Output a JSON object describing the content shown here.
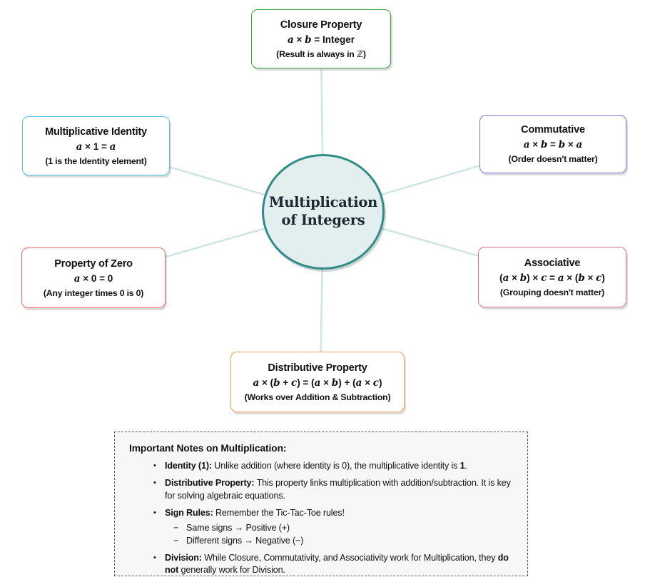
{
  "theme": {
    "background": "#ffffff",
    "line_color": "#cfe6e4",
    "center_fill": "#e3efee",
    "center_border": "#318c88"
  },
  "center": {
    "line1": "Multiplication",
    "line2": "of Integers"
  },
  "nodes": [
    {
      "id": "closure",
      "title": "Closure Property",
      "formula": "a × b = Integer",
      "note": "(Result is always in ℤ)",
      "border": "#35a53d"
    },
    {
      "id": "identity",
      "title": "Multiplicative Identity",
      "formula": "a × 1 = a",
      "note": "(1 is the Identity element)",
      "border": "#54c2e8"
    },
    {
      "id": "commutative",
      "title": "Commutative",
      "formula": "a × b = b × a",
      "note": "(Order doesn't matter)",
      "border": "#7f76e6"
    },
    {
      "id": "zero",
      "title": "Property of Zero",
      "formula": "a × 0 = 0",
      "note": "(Any integer times 0 is 0)",
      "border": "#ef6960"
    },
    {
      "id": "associative",
      "title": "Associative",
      "formula": "(a × b) × c = a × (b × c)",
      "note": "(Grouping doesn't matter)",
      "border": "#e0709a"
    },
    {
      "id": "distributive",
      "title": "Distributive Property",
      "formula": "a × (b + c) = (a × b) + (a × c)",
      "note": "(Works over Addition & Subtraction)",
      "border": "#f2a355"
    }
  ],
  "notes": {
    "title": "Important Notes on Multiplication:",
    "bullet_marker": "•",
    "dash_marker": "−",
    "items": [
      {
        "label": "Identity (1):",
        "text": " Unlike addition (where identity is 0), the multiplicative identity is ",
        "bold_tail": "1",
        "tail": "."
      },
      {
        "label": "Distributive Property:",
        "text": " This property links multiplication with addition/subtraction. It is key for solving algebraic equations.",
        "bold_tail": "",
        "tail": ""
      },
      {
        "label": "Sign Rules:",
        "text": " Remember the Tic-Tac-Toe rules!",
        "bold_tail": "",
        "tail": ""
      },
      {
        "label": "Division:",
        "text": " While Closure, Commutativity, and Associativity work for Multiplication, they ",
        "bold_tail": "do not",
        "tail": " generally work for Division."
      }
    ],
    "sign_rules": [
      "Same signs → Positive (+)",
      "Different signs → Negative (−)"
    ]
  }
}
